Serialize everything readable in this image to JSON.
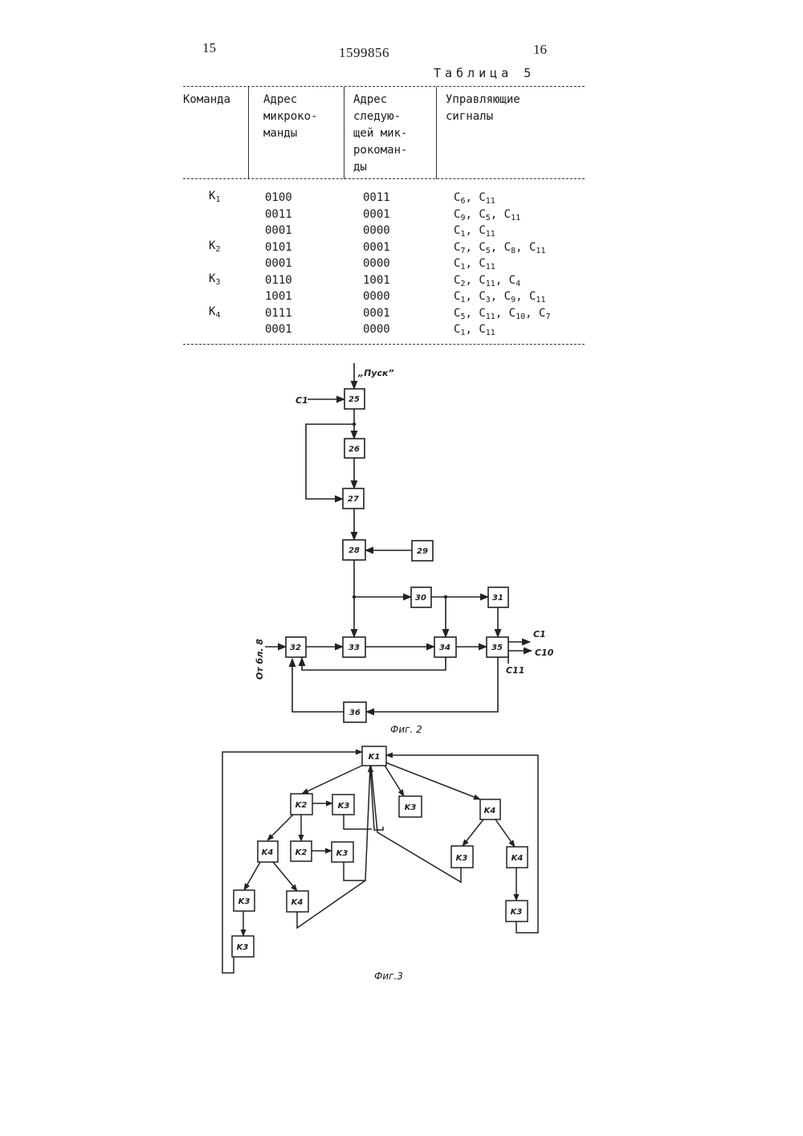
{
  "header": {
    "page_left": "15",
    "doc_number": "1599856",
    "page_right": "16"
  },
  "table": {
    "caption": "Таблица 5",
    "headers": [
      "Команда",
      "Адрес микроко-манды",
      "Адрес следую-щей мик-рокоман-ды",
      "Управляющие сигналы"
    ],
    "header_lines": {
      "col1": [
        "Команда"
      ],
      "col2": [
        "Адрес",
        "микроко-",
        "манды"
      ],
      "col3": [
        "Адрес",
        "следую-",
        "щей мик-",
        "рокоман-",
        "ды"
      ],
      "col4": [
        "Управляющие",
        "сигналы"
      ]
    },
    "commands": [
      {
        "label": "K",
        "sub": "1"
      },
      {
        "label": "K",
        "sub": "2"
      },
      {
        "label": "K",
        "sub": "3"
      },
      {
        "label": "K",
        "sub": "4"
      }
    ],
    "rows": [
      {
        "address": "0100",
        "next": "0011",
        "signals": [
          [
            "C",
            "6"
          ],
          [
            "C",
            "11"
          ]
        ]
      },
      {
        "address": "0011",
        "next": "0001",
        "signals": [
          [
            "C",
            "9"
          ],
          [
            "C",
            "5"
          ],
          [
            "C",
            "11"
          ]
        ]
      },
      {
        "address": "0001",
        "next": "0000",
        "signals": [
          [
            "C",
            "1"
          ],
          [
            "C",
            "11"
          ]
        ]
      },
      {
        "address": "0101",
        "next": "0001",
        "signals": [
          [
            "C",
            "7"
          ],
          [
            "C",
            "5"
          ],
          [
            "C",
            "8"
          ],
          [
            "C",
            "11"
          ]
        ]
      },
      {
        "address": "0001",
        "next": "0000",
        "signals": [
          [
            "C",
            "1"
          ],
          [
            "C",
            "11"
          ]
        ]
      },
      {
        "address": "0110",
        "next": "1001",
        "signals": [
          [
            "C",
            "2"
          ],
          [
            "C",
            "11"
          ],
          [
            "C",
            "4"
          ]
        ]
      },
      {
        "address": "1001",
        "next": "0000",
        "signals": [
          [
            "C",
            "1"
          ],
          [
            "C",
            "3"
          ],
          [
            "C",
            "9"
          ],
          [
            "C",
            "11"
          ]
        ]
      },
      {
        "address": "0111",
        "next": "0001",
        "signals": [
          [
            "C",
            "5"
          ],
          [
            "C",
            "11"
          ],
          [
            "C",
            "10"
          ],
          [
            "C",
            "7"
          ]
        ]
      },
      {
        "address": "0001",
        "next": "0000",
        "signals": [
          [
            "C",
            "1"
          ],
          [
            "C",
            "11"
          ]
        ]
      }
    ]
  },
  "fig2": {
    "caption": "Фиг. 2",
    "start_label": "„Пуск”",
    "input_c1": "C1",
    "side_input": "От бл. 8",
    "outputs": [
      "C1",
      "C10",
      "C11"
    ],
    "blocks": [
      "25",
      "26",
      "27",
      "28",
      "29",
      "30",
      "31",
      "32",
      "33",
      "34",
      "35",
      "36"
    ]
  },
  "fig3": {
    "caption": "Фиг.3",
    "nodes": [
      {
        "id": "n1",
        "label": "K1"
      },
      {
        "id": "n2",
        "label": "K2"
      },
      {
        "id": "n3",
        "label": "K3"
      },
      {
        "id": "n4",
        "label": "K3"
      },
      {
        "id": "n5",
        "label": "K4"
      },
      {
        "id": "n6",
        "label": "K4"
      },
      {
        "id": "n7",
        "label": "K2"
      },
      {
        "id": "n8",
        "label": "K3"
      },
      {
        "id": "n9",
        "label": "K3"
      },
      {
        "id": "n10",
        "label": "K4"
      },
      {
        "id": "n11",
        "label": "K3"
      },
      {
        "id": "n12",
        "label": "K4"
      },
      {
        "id": "n13",
        "label": "K3"
      },
      {
        "id": "n14",
        "label": "K3"
      }
    ]
  }
}
